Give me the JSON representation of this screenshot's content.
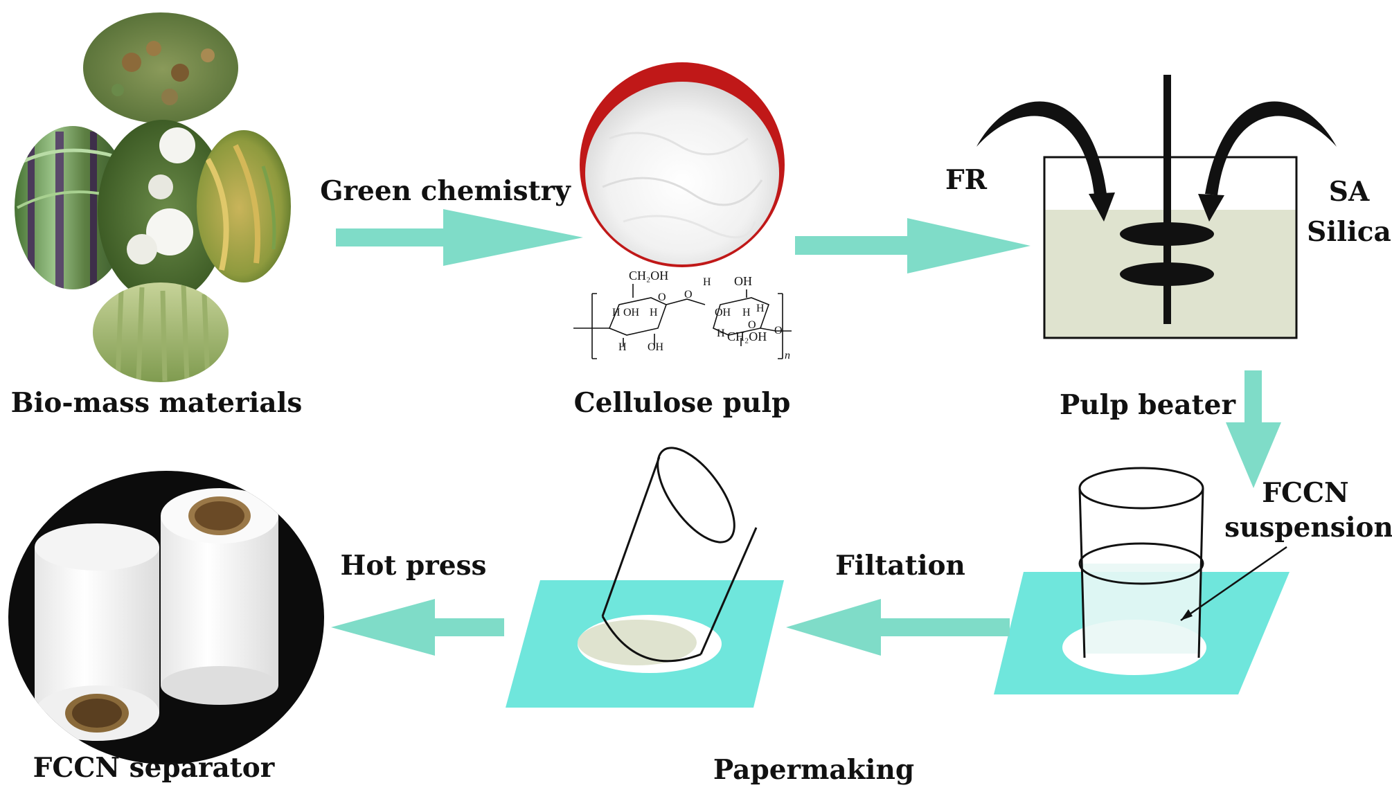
{
  "colors": {
    "arrow": "#7fdcc8",
    "paper": "#6fe6dc",
    "slurry": "#dfe3cf",
    "ink": "#111111",
    "pulp_bg": "#c01818",
    "roll_bg": "#0c0c0c"
  },
  "labels": {
    "biomass": "Bio-mass materials",
    "green_chemistry": "Green chemistry",
    "cellulose_pulp": "Cellulose pulp",
    "fr": "FR",
    "sa": "SA",
    "silica": "Silica",
    "pulp_beater": "Pulp beater",
    "fccn_line1": "FCCN",
    "fccn_line2": "suspension",
    "filtation": "Filtation",
    "hot_press": "Hot press",
    "papermaking": "Papermaking",
    "fccn_separator": "FCCN separator"
  },
  "chem": {
    "ch2oh_top": "CH₂OH",
    "oh_top": "OH",
    "ch2oh_bottom": "CH₂OH",
    "h": "H",
    "oh": "OH",
    "o": "O",
    "n": "n"
  },
  "photos": {
    "sorghum": "sorghum-photo",
    "sugarcane": "sugarcane-photo",
    "cotton": "cotton-photo",
    "rice": "rice-photo",
    "wheat": "wheat-photo",
    "fibers": "cellulose-fiber-photo",
    "rolls": "separator-rolls-photo"
  }
}
